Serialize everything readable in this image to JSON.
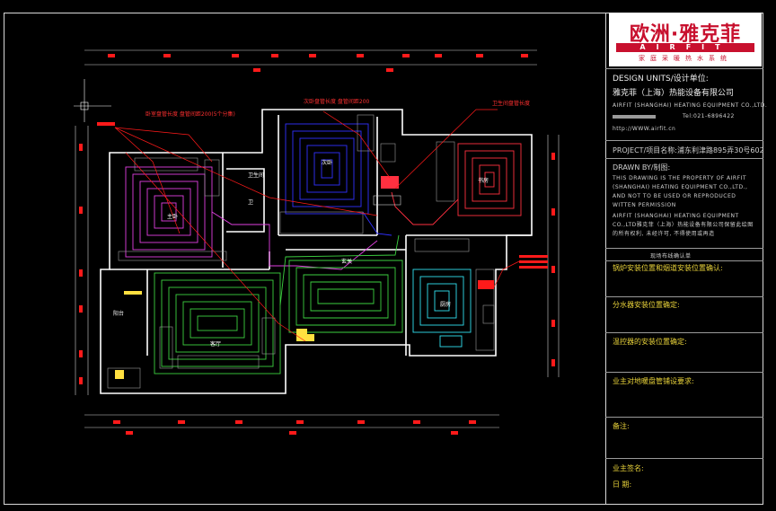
{
  "title_block": {
    "brand_cn": "欧洲·雅克菲",
    "brand_en": "AIRFIT",
    "brand_tag": "家庭采暖热水系统",
    "design_units": "DESIGN UNITS/设计单位:",
    "company": "雅克菲（上海）热能设备有限公司",
    "company_en": "AIRFIT (SHANGHAI) HEATING EQUIPMENT CO.,LTD.",
    "tel": "Tel:021-6896422",
    "website": "http://WWW.airfit.cn",
    "project": "PROJECT/项目名称:浦东利津路895弄30号602",
    "drawn_by": "DRAWN BY/制图:",
    "notice_en": "THIS DRAWING IS THE PROPERTY OF AIRFIT (SHANGHAI) HEATING EQUIPMENT CO.,LTD., AND NOT TO BE USED OR REPRODUCED WITTEN PERMISSION",
    "notice_cn": "AIRFIT (SHANGHAI) HEATING EQUIPMENT CO.,LTD雅克菲（上海）热能设备有限公司保留此绘图的所有权利, 未经许可, 不得使用或再造",
    "site_confirm": "现场布线确认单",
    "boiler_confirm": "锅炉安装位置和烟道安装位置确认:",
    "manifold_confirm": "分水器安装位置确定:",
    "thermostat_confirm": "温控器的安装位置确定:",
    "owner_request": "业主对地暖盘管铺设要求:",
    "remarks": "备注:",
    "owner_sign": "业主签名:",
    "date": "日    期:"
  },
  "plan": {
    "note_master": "卧室盘管长度\n盘管间距200(5个分集)",
    "note_second": "次卧盘管长度\n盘管间距200",
    "note_study": "卫生间盘管长度",
    "room_master": "主卧",
    "room_second": "次卧",
    "room_study": "书房",
    "room_living": "客厅",
    "room_bath1": "卫生间",
    "room_bath2": "卫",
    "room_kitchen": "厨房",
    "room_balcony": "阳台",
    "room_entry": "玄关"
  },
  "colors": {
    "background": "#000000",
    "wall": "#ffffff",
    "dim_red": "#ff1a1a",
    "loop_master": "#e040e0",
    "loop_second": "#3030ff",
    "loop_study": "#ff3040",
    "loop_living": "#3cd040",
    "loop_dining": "#ffe040",
    "loop_kitchen": "#30e0f0"
  }
}
